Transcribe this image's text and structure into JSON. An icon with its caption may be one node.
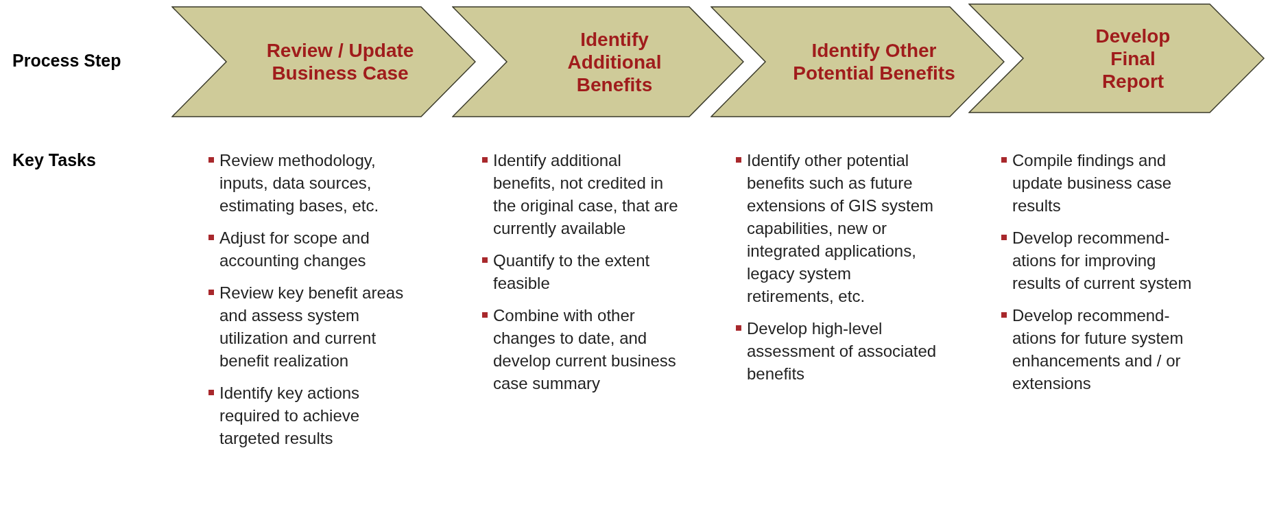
{
  "diagram": {
    "nodes": [
      {
        "text": [
          "Review / Update Business Case"
        ]
      },
      {
        "text": [
          "Identify Additional Benefits"
        ]
      },
      {
        "text": [
          "Identify Other Potential Benefits"
        ]
      },
      {
        "text": [
          "Develop Final Report"
        ]
      }
    ],
    "labels": [
      "Process Step",
      "Key Tasks",
      "Review methodology, inputs, data sources, estimating bases, etc.",
      "Adjust for scope and accounting changes",
      "Review key benefit areas and assess system utilization and current benefit realization",
      "Identify key actions required to achieve targeted results",
      "Identify additional benefits, not credited in the original case, that are currently available",
      "Quantify to the extent feasible",
      "Combine with other changes to date, and develop current business case summary",
      "Identify other potential benefits such as future extensions of GIS system capabilities, new or integrated applications, legacy system retirements, etc.",
      "Develop high-level assessment of associated benefits",
      "Compile findings and update business case results",
      "Develop recommend- ations for improving results of current system",
      "Develop recommend- ations for future system enhancements and / or extensions"
    ]
  }
}
